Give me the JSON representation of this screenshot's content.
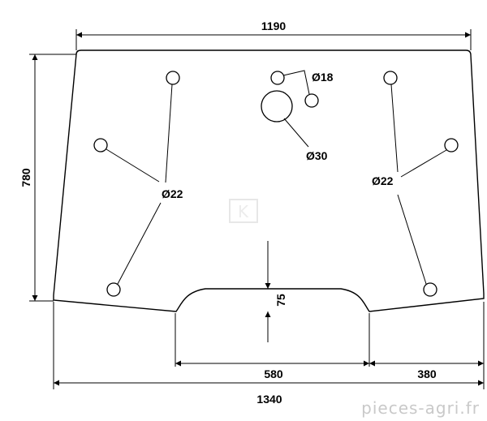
{
  "dimensions": {
    "top_width": "1190",
    "height": "780",
    "bottom_width": "1340",
    "notch_width": "580",
    "notch_depth": "75",
    "right_offset": "380"
  },
  "holes": {
    "small": "Ø18",
    "large": "Ø30",
    "left_group": "Ø22",
    "right_group": "Ø22"
  },
  "watermark": "pieces-agri.fr",
  "logo_text": "K"
}
